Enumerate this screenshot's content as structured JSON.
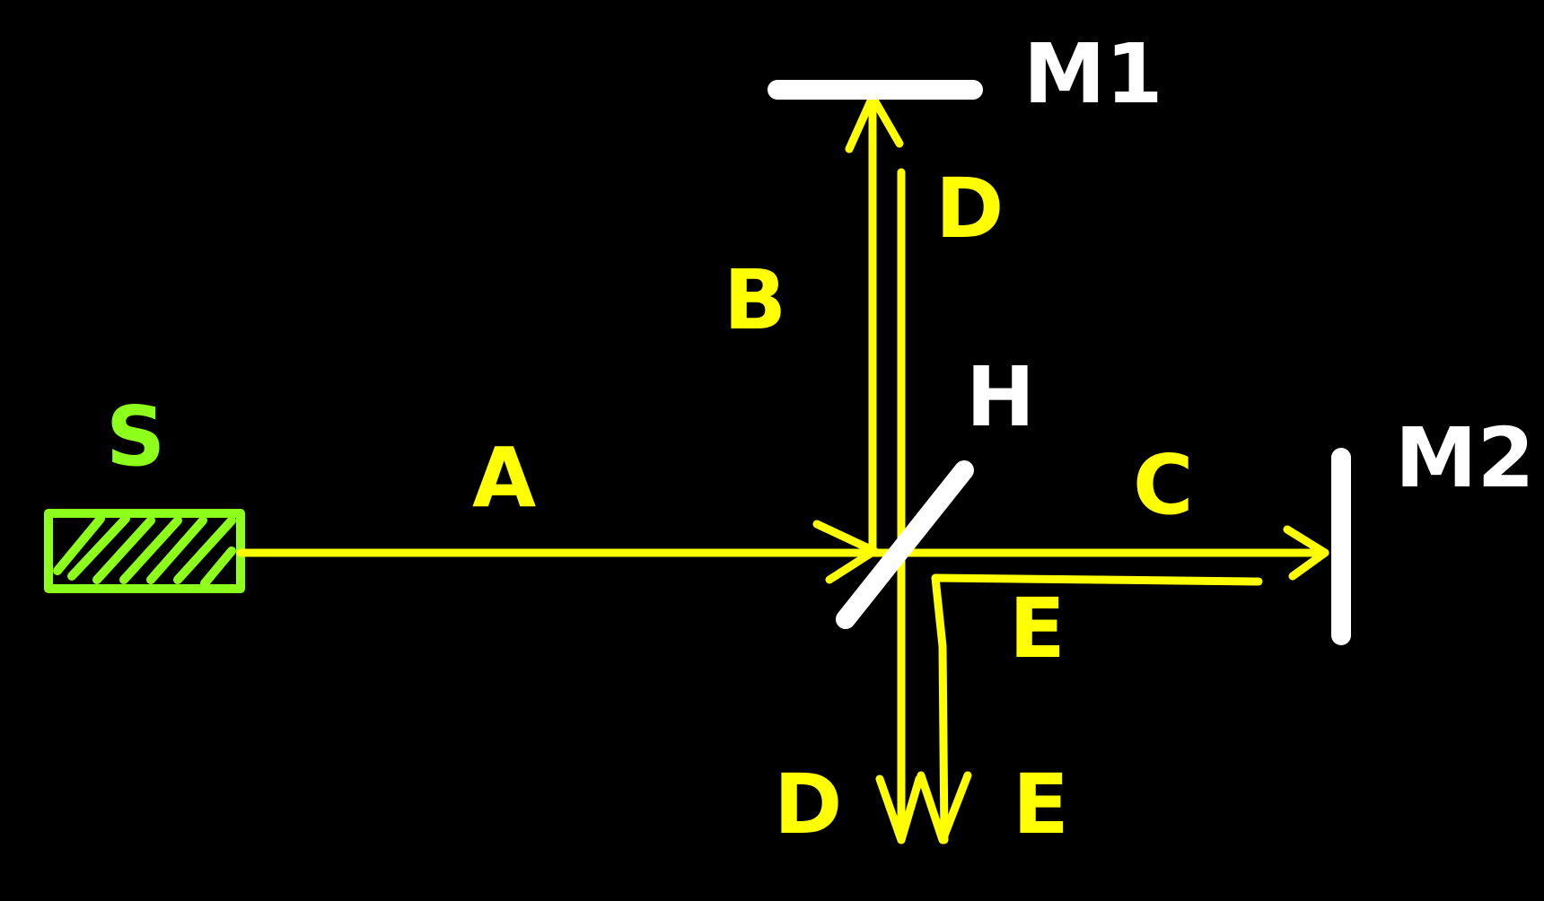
{
  "diagram": {
    "colors": {
      "background": "#000000",
      "beam": "#ffff00",
      "optics": "#ffffff",
      "source": "#8cff1a"
    },
    "labels": {
      "source": "S",
      "input_beam": "A",
      "beam_to_m1": "B",
      "beam_to_m2": "C",
      "return_beam_m1": "D",
      "return_beam_m2": "E",
      "beam_splitter": "H",
      "mirror_1": "M1",
      "mirror_2": "M2",
      "output_beam_d": "D",
      "output_beam_e": "E"
    }
  }
}
